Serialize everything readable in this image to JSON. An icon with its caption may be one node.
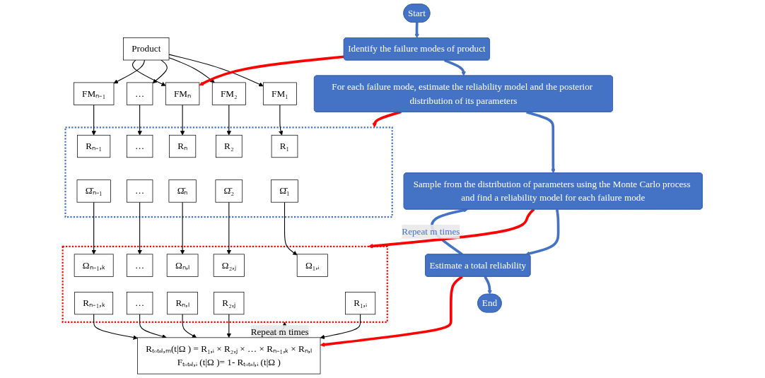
{
  "diagram": {
    "nodes": [
      {
        "text": [
          "Product"
        ]
      },
      {
        "text": [
          "FM₁"
        ]
      },
      {
        "text": [
          "FM₂"
        ]
      },
      {
        "text": [
          "…"
        ]
      },
      {
        "text": [
          "FMₙ₋₁"
        ]
      },
      {
        "text": [
          "FMₙ"
        ]
      },
      {
        "text": [],
        "shape": "box"
      },
      {
        "text": [
          "R₁"
        ],
        "in": 6
      },
      {
        "text": [
          "R₂"
        ],
        "in": 6
      },
      {
        "text": [
          "…"
        ],
        "in": 6
      },
      {
        "text": [
          "Rₙ₋₁"
        ],
        "in": 6
      },
      {
        "text": [
          "Rₙ"
        ],
        "in": 6
      },
      {
        "text": [
          "Ω̄₁"
        ],
        "in": 6
      },
      {
        "text": [
          "Ω̄₂"
        ],
        "in": 6
      },
      {
        "text": [
          "…"
        ],
        "in": 6
      },
      {
        "text": [
          "Ω̄ₙ₋₁"
        ],
        "in": 6
      },
      {
        "text": [
          "Ω̄ₙ"
        ],
        "in": 6
      },
      {
        "text": [],
        "shape": "box"
      },
      {
        "text": [
          "Ω₁,ᵢ"
        ],
        "in": 17
      },
      {
        "text": [
          "Ω₂,ⱼ"
        ],
        "in": 17
      },
      {
        "text": [
          "…"
        ],
        "in": 17
      },
      {
        "text": [
          "Ωₙ₋₁,ₖ"
        ],
        "in": 17
      },
      {
        "text": [
          "Ωₙ,ₗ"
        ],
        "in": 17
      },
      {
        "text": [
          "R₁,ᵢ"
        ],
        "in": 17
      },
      {
        "text": [
          "R₂,ⱼ"
        ],
        "in": 17
      },
      {
        "text": [
          "…"
        ],
        "in": 17
      },
      {
        "text": [
          "Rₙ₋₁,ₖ"
        ],
        "in": 17
      },
      {
        "text": [
          "Rₙ,ₗ"
        ],
        "in": 17
      },
      {
        "text": [
          "Rₜₒₜₐₗ,ₘ(t|Ω ) = R₁,ᵢ × R₂,ⱼ × … × Rₙ₋₁,ₖ × Rₙ,ₗ",
          "Fₜₒₜₐₗ,ᵢ (t|Ω )= 1- Rₜₒₜₐₗ,ᵢ (t|Ω )"
        ]
      },
      {
        "text": [
          "Start"
        ]
      },
      {
        "text": [
          "Identify the failure modes of product"
        ]
      },
      {
        "text": [
          "For each failure mode, estimate the reliability model and the posterior distribution of its parameters"
        ]
      },
      {
        "text": [
          "Sample from the distribution of parameters using the Monte Carlo process and find a reliability model for each failure mode"
        ]
      },
      {
        "text": [
          "Estimate a total reliability"
        ]
      },
      {
        "text": [
          "End"
        ]
      }
    ],
    "edges": [
      {
        "from": 0,
        "to": 1,
        "arrow": "to"
      },
      {
        "from": 0,
        "to": 2,
        "arrow": "to"
      },
      {
        "from": 0,
        "to": 3,
        "arrow": "to"
      },
      {
        "from": 0,
        "to": 4,
        "arrow": "to"
      },
      {
        "from": 0,
        "to": 5,
        "arrow": "to"
      },
      {
        "from": 1,
        "to": 7,
        "arrow": "to"
      },
      {
        "from": 2,
        "to": 8,
        "arrow": "to"
      },
      {
        "from": 3,
        "to": 9,
        "arrow": "to"
      },
      {
        "from": 4,
        "to": 10,
        "arrow": "to"
      },
      {
        "from": 5,
        "to": 11,
        "arrow": "to"
      },
      {
        "from": 12,
        "to": 18,
        "arrow": "to"
      },
      {
        "from": 13,
        "to": 19,
        "arrow": "to"
      },
      {
        "from": 14,
        "to": 20,
        "arrow": "to"
      },
      {
        "from": 15,
        "to": 21,
        "arrow": "to"
      },
      {
        "from": 16,
        "to": 22,
        "arrow": "to"
      },
      {
        "from": 23,
        "to": 28,
        "arrow": "to"
      },
      {
        "from": 24,
        "to": 28,
        "arrow": "to"
      },
      {
        "from": 25,
        "to": 28,
        "arrow": "to"
      },
      {
        "from": 26,
        "to": 28,
        "arrow": "to"
      },
      {
        "from": 27,
        "to": 28,
        "arrow": "to"
      },
      {
        "from": 28,
        "to": 17,
        "arrow": "to",
        "label": "Repeat m times"
      },
      {
        "from": 29,
        "to": 30,
        "arrow": "to",
        "style": "thick",
        "color": "#4472c4"
      },
      {
        "from": 30,
        "to": 31,
        "arrow": "to",
        "style": "thick",
        "color": "#4472c4"
      },
      {
        "from": 31,
        "to": 32,
        "arrow": "to",
        "style": "thick",
        "color": "#4472c4"
      },
      {
        "from": 32,
        "to": 33,
        "arrow": "to",
        "style": "thick",
        "color": "#4472c4"
      },
      {
        "from": 33,
        "to": 34,
        "arrow": "to",
        "style": "thick",
        "color": "#4472c4"
      },
      {
        "from": 33,
        "to": 32,
        "arrow": "to",
        "label": "Repeat m times",
        "style": "thick",
        "color": "#4472c4"
      },
      {
        "from": 30,
        "to": 5,
        "arrow": "to",
        "style": "thick",
        "color": "#ff0000"
      },
      {
        "from": 31,
        "to": 6,
        "arrow": "to",
        "style": "thick",
        "color": "#ff0000"
      },
      {
        "from": 32,
        "to": 17,
        "arrow": "to",
        "style": "thick",
        "color": "#ff0000"
      },
      {
        "from": 33,
        "to": 28,
        "arrow": "to",
        "style": "thick",
        "color": "#ff0000"
      }
    ]
  }
}
